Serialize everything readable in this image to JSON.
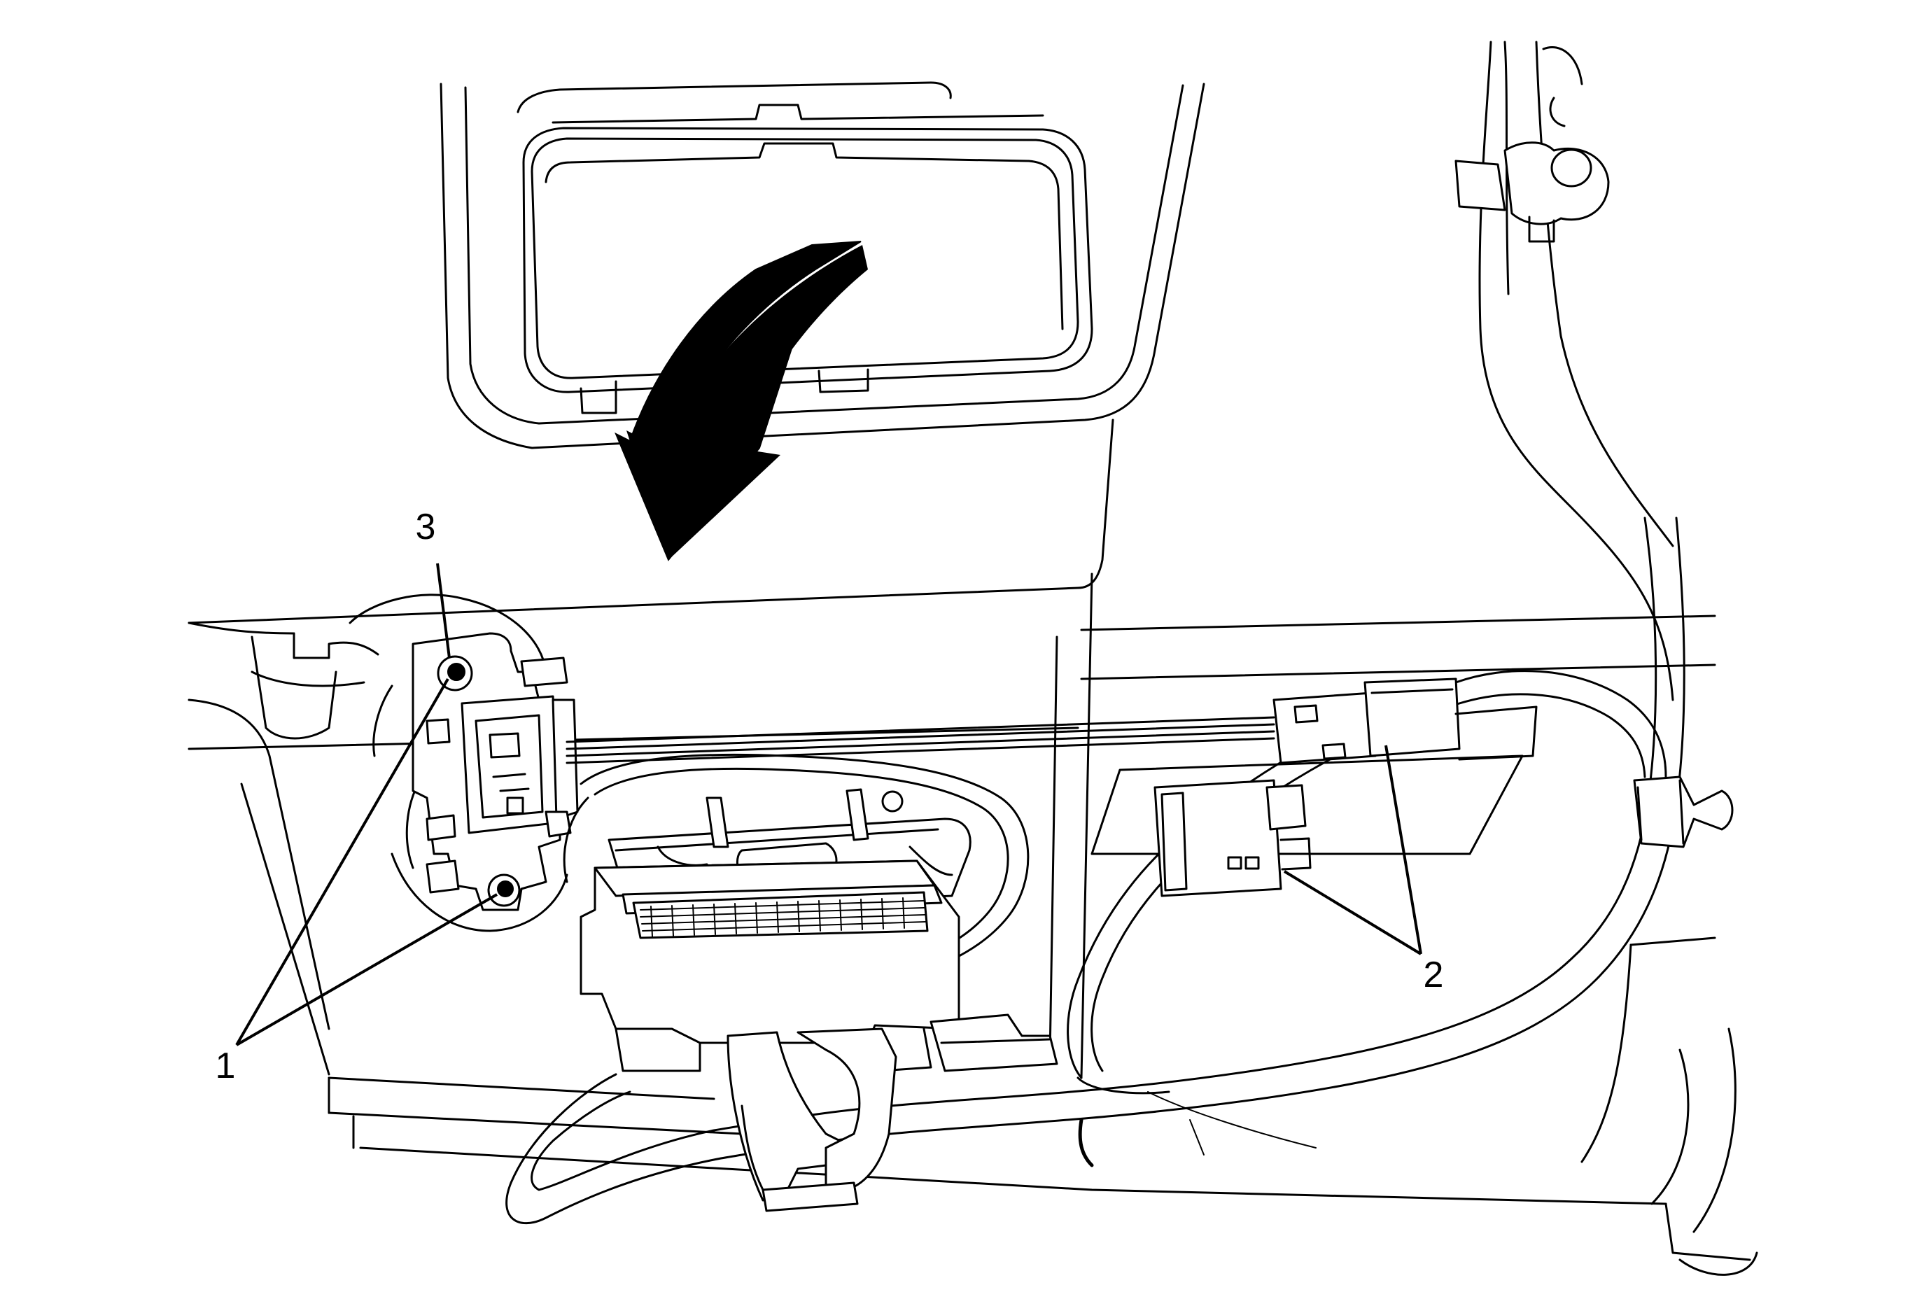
{
  "figure": {
    "background": "#ffffff",
    "line_color": "#000000"
  },
  "callouts": [
    {
      "id": "1",
      "label": "1"
    },
    {
      "id": "2",
      "label": "2"
    },
    {
      "id": "3",
      "label": "3"
    }
  ]
}
